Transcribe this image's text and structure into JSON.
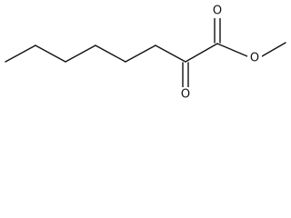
{
  "molecule": {
    "atoms": {
      "carbonyl_oxygen_ester": "O",
      "ketone_oxygen": "O",
      "ether_oxygen": "O"
    }
  },
  "colors": {
    "bond": "#111111",
    "background": "#ffffff"
  }
}
